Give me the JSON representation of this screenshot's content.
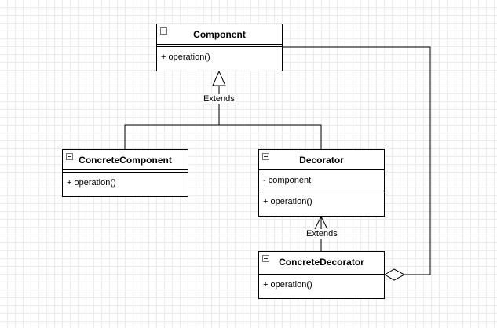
{
  "classes": {
    "component": {
      "name": "Component",
      "operation": "+ operation()"
    },
    "concrete_component": {
      "name": "ConcreteComponent",
      "operation": "+ operation()"
    },
    "decorator": {
      "name": "Decorator",
      "attribute": "- component",
      "operation": "+ operation()"
    },
    "concrete_decorator": {
      "name": "ConcreteDecorator",
      "operation": "+ operation()"
    }
  },
  "edges": {
    "component_extends_label": "Extends",
    "decorator_extends_label": "Extends"
  }
}
